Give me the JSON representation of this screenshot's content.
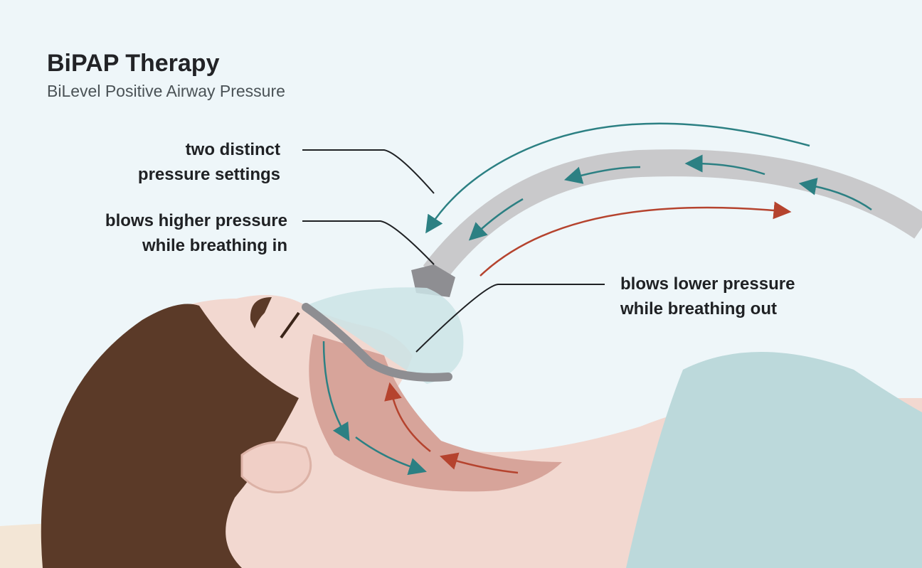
{
  "header": {
    "title": "BiPAP Therapy",
    "subtitle": "BiLevel Positive Airway Pressure"
  },
  "callouts": [
    {
      "line1": "two distinct",
      "line2": "pressure settings"
    },
    {
      "line1": "blows higher pressure",
      "line2": "while breathing in"
    },
    {
      "line1": "blows lower pressure",
      "line2": "while breathing out"
    }
  ],
  "colors": {
    "background": "#eef6f9",
    "inhale_arrow": "#2c8083",
    "exhale_arrow": "#b5432e",
    "tube": "#c9c9cb",
    "skin": "#f2d8d0",
    "hair": "#5b3a28",
    "blanket": "#bcd9db"
  }
}
